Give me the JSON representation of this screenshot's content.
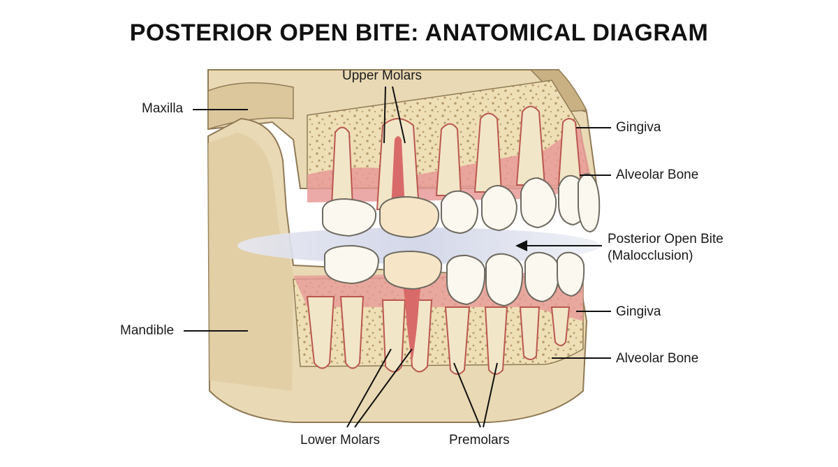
{
  "title": "POSTERIOR OPEN BITE: ANATOMICAL DIAGRAM",
  "labels": {
    "upper_molars": "Upper Molars",
    "maxilla": "Maxilla",
    "gingiva_upper": "Gingiva",
    "alveolar_bone_upper": "Alveolar Bone",
    "open_bite_line1": "Posterior Open Bite",
    "open_bite_line2": "(Malocclusion)",
    "gingiva_lower": "Gingiva",
    "mandible": "Mandible",
    "alveolar_bone_lower": "Alveolar Bone",
    "lower_molars": "Lower Molars",
    "premolars": "Premolars"
  },
  "colors": {
    "bone": "#e9d9b4",
    "bone_dark": "#cdb88c",
    "gingiva": "#e79a98",
    "pulp": "#d86a6a",
    "enamel": "#fbf8f0",
    "gap": "#d6d9ea"
  }
}
